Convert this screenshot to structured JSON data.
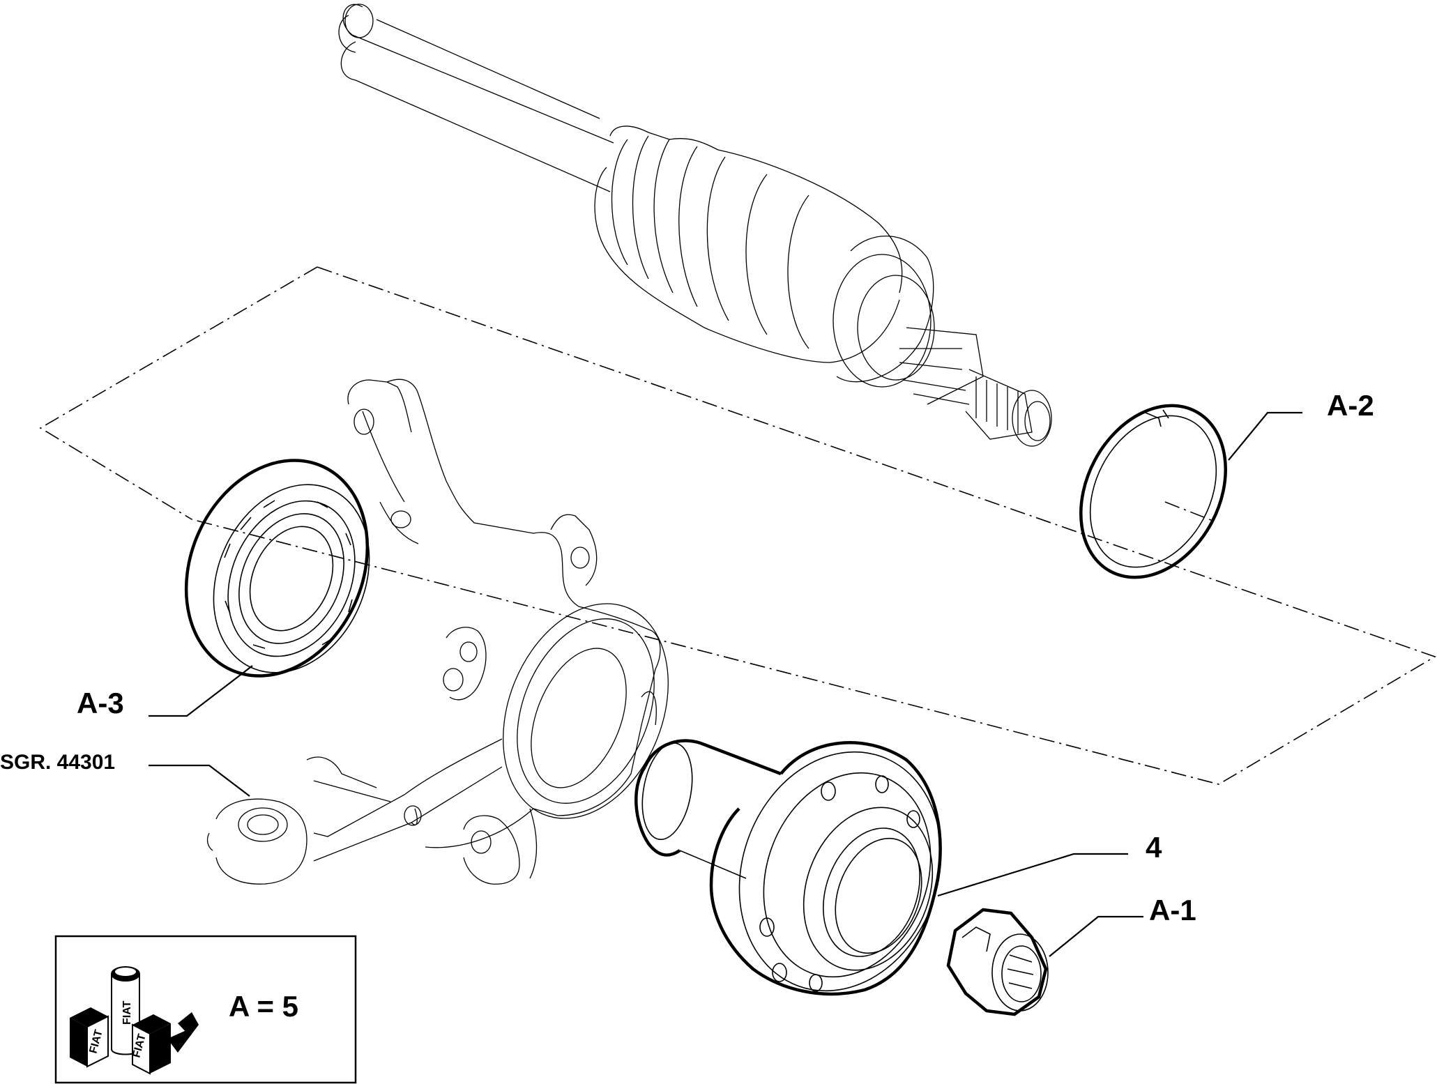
{
  "callouts": {
    "a1": "A-1",
    "a2": "A-2",
    "a3": "A-3",
    "part4": "4",
    "sgr": "SGR. 44301"
  },
  "legend": {
    "formula": "A = 5",
    "logo_text": "FIAT"
  }
}
